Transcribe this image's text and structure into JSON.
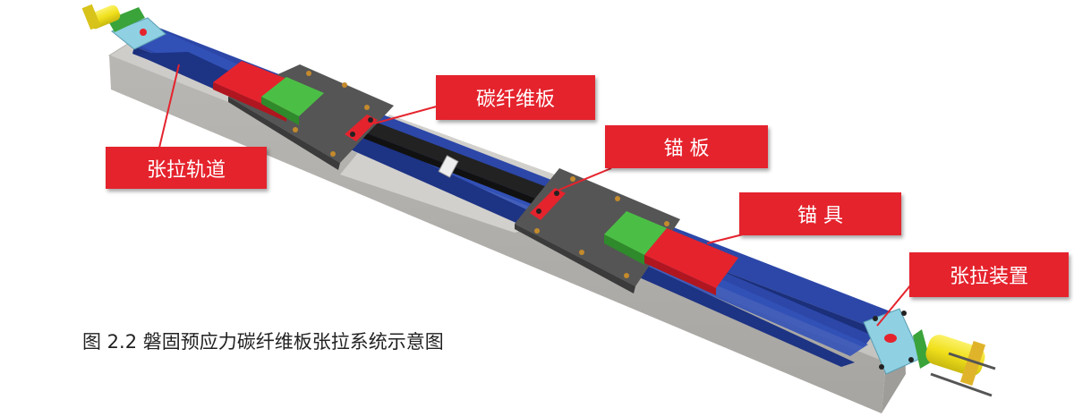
{
  "labels": {
    "carbon_plate": "碳纤维板",
    "anchor_plate": "锚 板",
    "anchorage": "锚 具",
    "tension_track": "张拉轨道",
    "tension_device": "张拉装置"
  },
  "caption": "图 2.2 磐固预应力碳纤维板张拉系统示意图",
  "colors": {
    "callout": "#e5232d",
    "rail": "#2c47a8",
    "anchor_plate": "#555555",
    "anchorage_green": "#4bbf45",
    "anchorage_red": "#e5232d",
    "jack": "#f2e41f",
    "concrete": "#c9c7c3",
    "carbon_plate": "#222222",
    "end_block": "#8fd0e3"
  }
}
